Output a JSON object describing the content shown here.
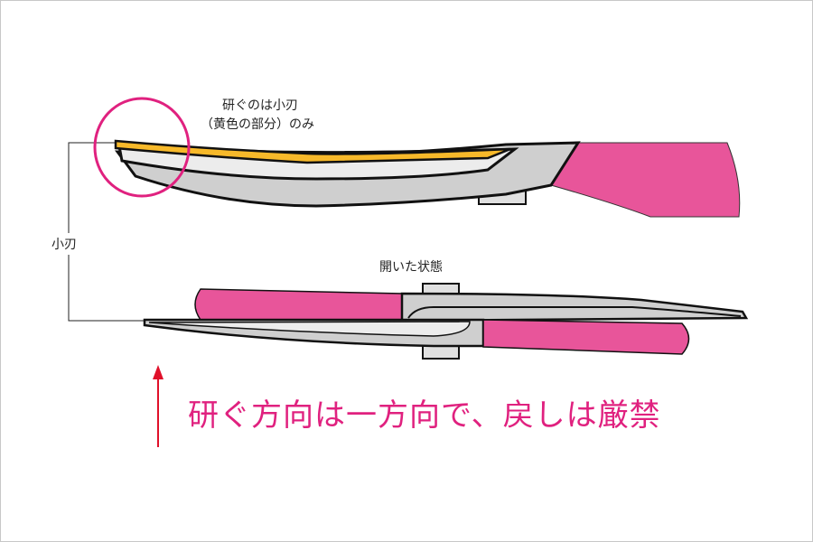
{
  "labels": {
    "sharpen_note_line1": "研ぐのは小刃",
    "sharpen_note_line2": "（黄色の部分）のみ",
    "small_blade": "小刃",
    "open_state": "開いた状態",
    "main_message": "研ぐ方向は一方向で、戻しは厳禁"
  },
  "colors": {
    "handle": "#e8559a",
    "bevel": "#f7b92a",
    "highlight_circle": "#e0217f",
    "arrow": "#e0102a",
    "blade_gray": "#cfcfcf",
    "blade_light": "#ececec"
  }
}
